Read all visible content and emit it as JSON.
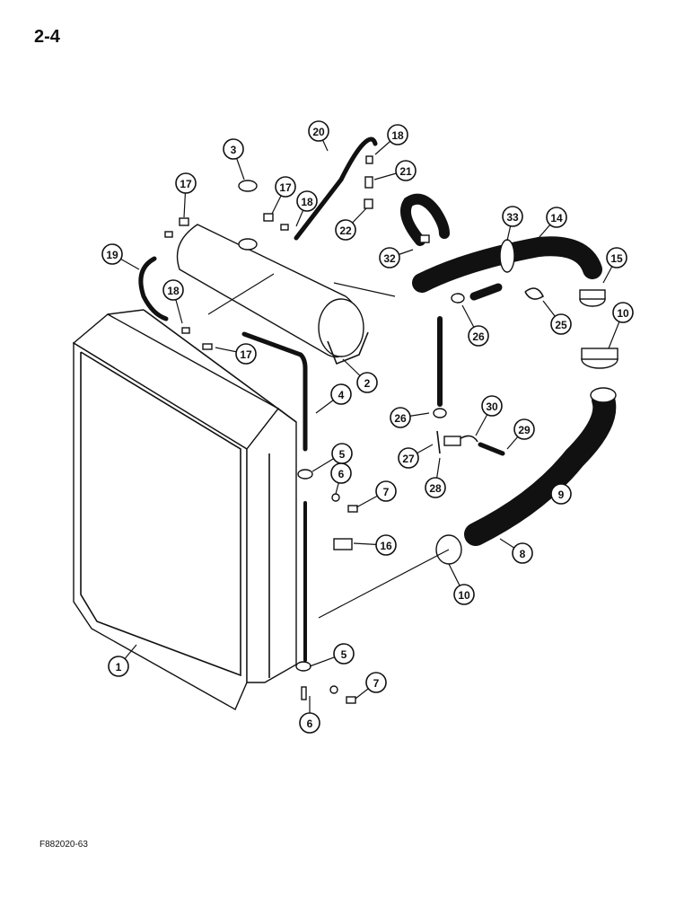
{
  "page_number": "2-4",
  "figure_code": "F882020-63",
  "callouts": [
    {
      "label": "1"
    },
    {
      "label": "2"
    },
    {
      "label": "3"
    },
    {
      "label": "4"
    },
    {
      "label": "5"
    },
    {
      "label": "5"
    },
    {
      "label": "6"
    },
    {
      "label": "6"
    },
    {
      "label": "7"
    },
    {
      "label": "7"
    },
    {
      "label": "8"
    },
    {
      "label": "9"
    },
    {
      "label": "10"
    },
    {
      "label": "10"
    },
    {
      "label": "14"
    },
    {
      "label": "15"
    },
    {
      "label": "16"
    },
    {
      "label": "17"
    },
    {
      "label": "17"
    },
    {
      "label": "17"
    },
    {
      "label": "18"
    },
    {
      "label": "18"
    },
    {
      "label": "18"
    },
    {
      "label": "19"
    },
    {
      "label": "20"
    },
    {
      "label": "21"
    },
    {
      "label": "22"
    },
    {
      "label": "25"
    },
    {
      "label": "26"
    },
    {
      "label": "26"
    },
    {
      "label": "27"
    },
    {
      "label": "28"
    },
    {
      "label": "29"
    },
    {
      "label": "30"
    },
    {
      "label": "32"
    },
    {
      "label": "33"
    }
  ]
}
